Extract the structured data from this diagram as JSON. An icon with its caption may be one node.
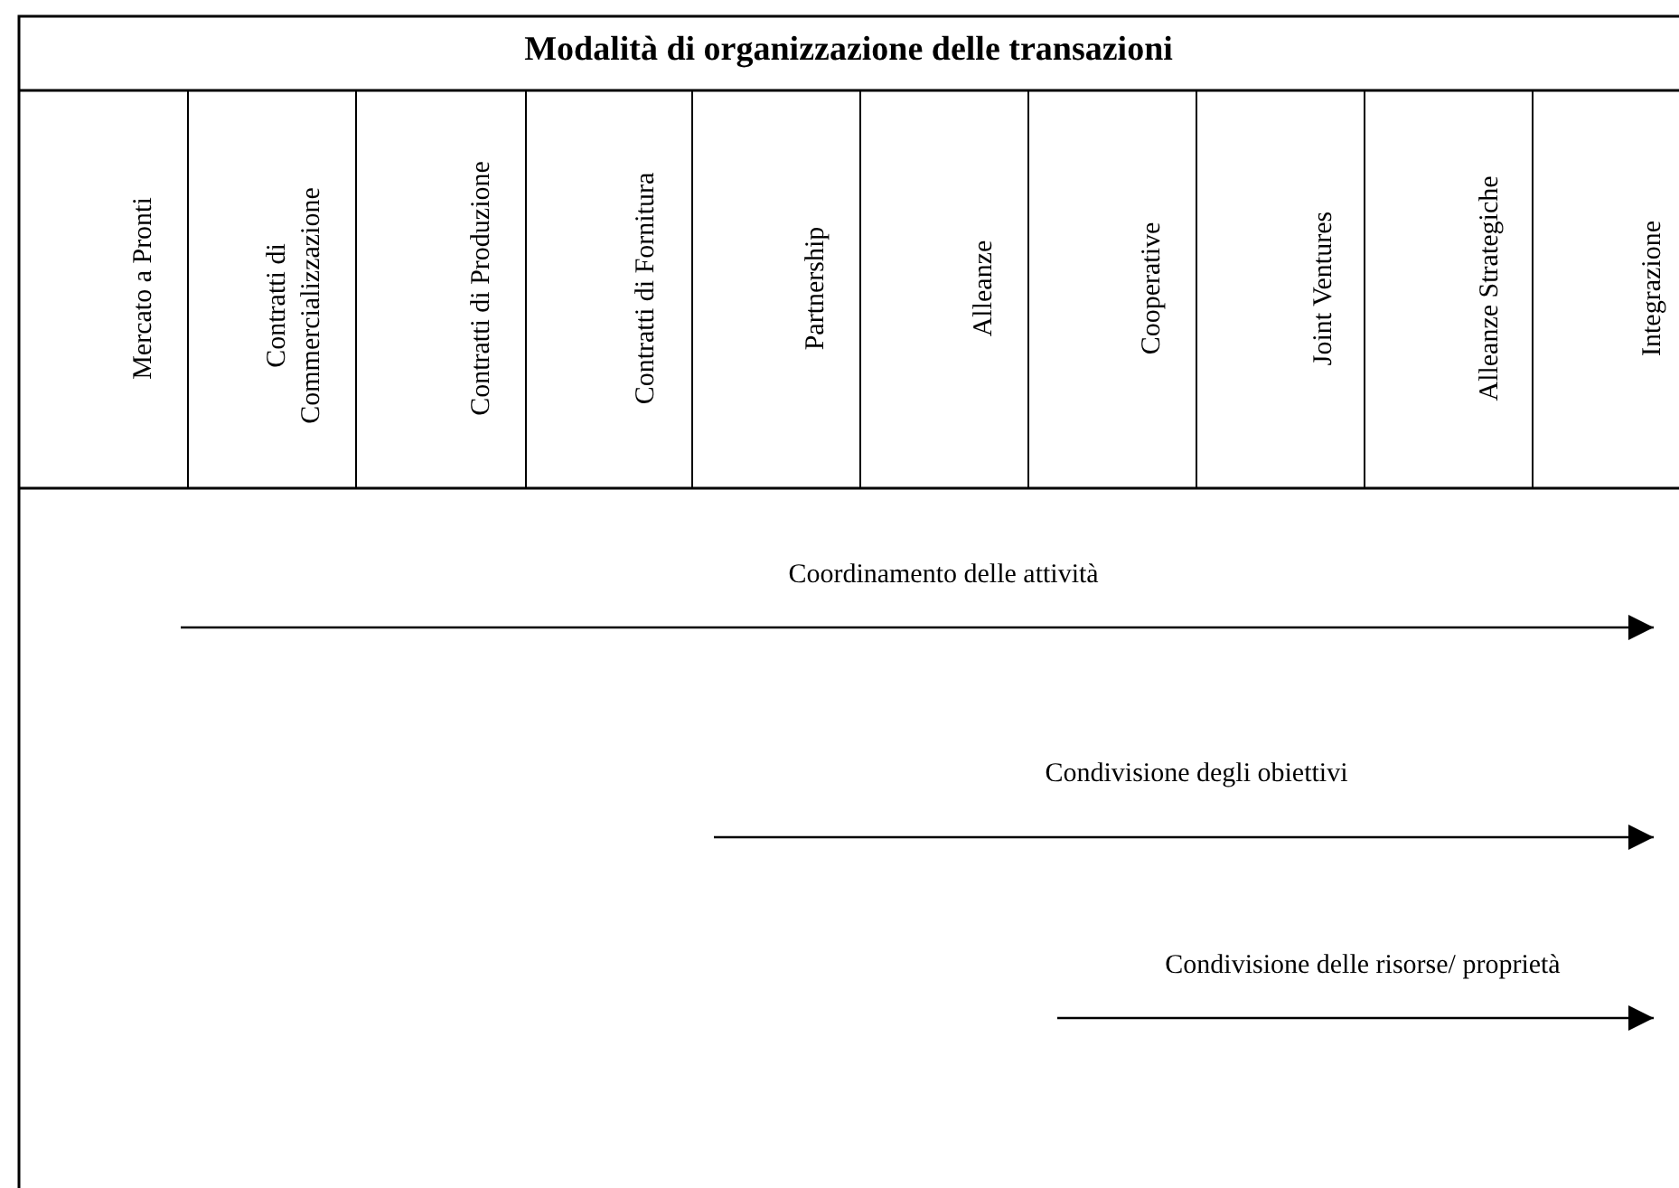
{
  "diagram": {
    "title": "Modalità di organizzazione delle transazioni",
    "labels": [
      "Mercato a Pronti",
      "Contratti di Commercializzazione",
      "Contratti di Produzione",
      "Contratti di Fornitura",
      "Partnership",
      "Alleanze",
      "Cooperative",
      "Joint Ventures",
      "Alleanze Strategiche",
      "Integrazione",
      "Coordinamento delle attività",
      "Condivisione degli obiettivi",
      "Condivisione delle risorse/ proprietà"
    ]
  }
}
